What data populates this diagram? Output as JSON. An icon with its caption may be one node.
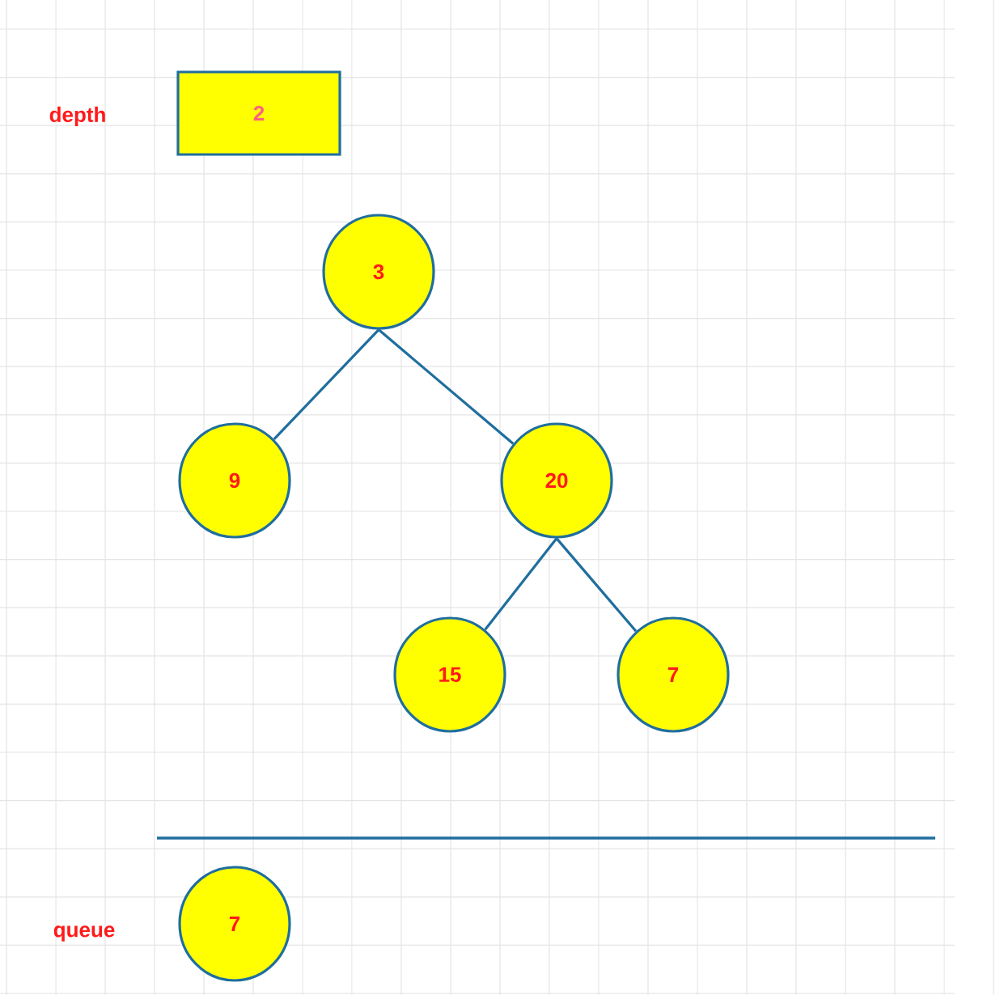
{
  "diagram": {
    "nodes": [
      {
        "text": [
          "2"
        ],
        "beside": [
          "depth"
        ]
      },
      {
        "text": [
          "3"
        ]
      },
      {
        "text": [
          "9"
        ]
      },
      {
        "text": [
          "20"
        ]
      },
      {
        "text": [
          "15"
        ]
      },
      {
        "text": [
          "7"
        ]
      },
      {
        "text": [
          "7"
        ],
        "beside": [
          "queue"
        ]
      }
    ],
    "edges": [
      {
        "from": 1,
        "to": 2,
        "arrow": "none"
      },
      {
        "from": 1,
        "to": 3,
        "arrow": "none"
      },
      {
        "from": 3,
        "to": 4,
        "arrow": "none"
      },
      {
        "from": 3,
        "to": 5,
        "arrow": "none"
      }
    ]
  }
}
